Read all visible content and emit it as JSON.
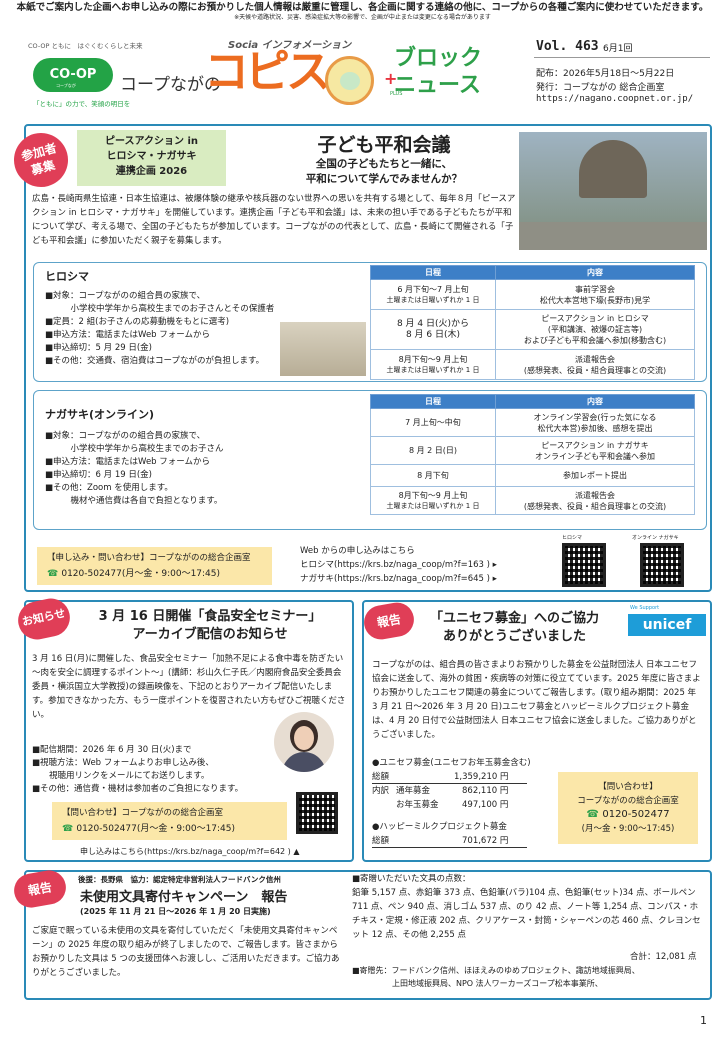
{
  "notice": {
    "line1": "本紙でご案内した企画へお申し込みの際にお預かりした個人情報は厳重に管理し、各企画に関する連絡の他に、コープからの各種ご案内に使わせていただきます。",
    "line2": "※天候や道路状況、災害、感染症拡大等の影響で、企画が中止または変更になる場合があります"
  },
  "header": {
    "coop_tagline": "CO-OP ともに　はぐくむくらしと未来",
    "coop_logo": "CO-OP",
    "coop_logo_sub": "コープなが",
    "coop_name": "コープながの",
    "coop_slogan": "「ともに」の力で、笑顔の明日を",
    "socia": "Socia インフォメーション",
    "title": "コピス",
    "plus": "+",
    "plus_label": "PLUS",
    "block": "ブロック",
    "news": "ニュース",
    "vol": "Vol. 463",
    "issue": "6月1回",
    "distribution": "配布：2026年5月18日～5月22日",
    "publisher": "発行：コープながの 総合企画室",
    "url": "https://nagano.coopnet.or.jp/"
  },
  "peace": {
    "badge_line1": "参加者",
    "badge_line2": "募集",
    "box_line1": "ピースアクション in",
    "box_line2": "ヒロシマ・ナガサキ",
    "box_line3": "連携企画 2026",
    "title": "子ども平和会議",
    "subtitle1": "全国の子どもたちと一緒に、",
    "subtitle2": "平和について学んでみませんか？",
    "intro": "広島・長崎両県生協連・日本生協連は、被爆体験の継承や核兵器のない世界への思いを共有する場として、毎年８月「ピースアクション in ヒロシマ・ナガサキ」を開催しています。連携企画「子ども平和会議」は、未来の担い手である子どもたちが平和について学び、考える場で、全国の子どもたちが参加しています。コープながのの代表として、広島・長崎にて開催される「子ども平和会議」に参加いただく親子を募集します。",
    "hiroshima": {
      "title": "ヒロシマ",
      "items": [
        "■対象：コープながのの組合員の家族で、",
        "　　　小学校中学年から高校生までのお子さんとその保護者",
        "■定員：2 組(お子さんの応募動機をもとに選考)",
        "■申込方法：電話またはWeb フォームから",
        "■申込締切：5 月 29 日(金)",
        "■その他：交通費、宿泊費はコープながのが負担します。"
      ],
      "col_date": "日程",
      "col_content": "内容",
      "rows": [
        {
          "date": "6 月下旬～7 月上旬",
          "date_note": "土曜または日曜いずれか 1 日",
          "content1": "事前学習会",
          "content2": "松代大本営地下壕(長野市)見学"
        },
        {
          "date": "8 月 4 日(火)から",
          "date_note": "8 月 6 日(木)",
          "content1": "ピースアクション in ヒロシマ",
          "content2": "(平和講演、被爆の証言等)",
          "content3": "および子ども平和会議へ参加(移動含む)"
        },
        {
          "date": "8月下旬～9 月上旬",
          "date_note": "土曜または日曜いずれか 1 日",
          "content1": "派遣報告会",
          "content2": "(感想発表、役員・組合員理事との交流)"
        }
      ]
    },
    "nagasaki": {
      "title": "ナガサキ(オンライン)",
      "items": [
        "■対象：コープながのの組合員の家族で、",
        "　　　小学校中学年から高校生までのお子さん",
        "■申込方法：電話またはWeb フォームから",
        "■申込締切：6 月 19 日(金)",
        "■その他：Zoom を使用します。",
        "　　　機材や通信費は各自で負担となります。"
      ],
      "col_date": "日程",
      "col_content": "内容",
      "rows": [
        {
          "date": "7 月上旬～中旬",
          "content1": "オンライン学習会(行った気になる",
          "content2": "松代大本営)参加後、感想を提出"
        },
        {
          "date": "8 月 2 日(日)",
          "content1": "ピースアクション in ナガサキ",
          "content2": "オンライン子ども平和会議へ参加"
        },
        {
          "date": "8 月下旬",
          "content1": "参加レポート提出"
        },
        {
          "date": "8月下旬～9 月上旬",
          "date_note": "土曜または日曜いずれか 1 日",
          "content1": "派遣報告会",
          "content2": "(感想発表、役員・組合員理事との交流)"
        }
      ]
    },
    "contact_title": "【申し込み・問い合わせ】コープながのの総合企画室",
    "contact_phone": "0120-502477(月～金・9:00～17:45)",
    "web_label": "Web からの申し込みはこちら",
    "web_hiroshima": "ヒロシマ(https://krs.bz/naga_coop/m?f=163 ) ▸",
    "web_nagasaki": "ナガサキ(https://krs.bz/naga_coop/m?f=645 ) ▸",
    "qr_hiroshima": "ヒロシマ",
    "qr_nagasaki": "オンライン ナガサキ"
  },
  "seminar": {
    "badge": "お知らせ",
    "title1": "3 月 16 日開催「食品安全セミナー」",
    "title2": "アーカイブ配信のお知らせ",
    "body": "3 月 16 日(月)に開催した、食品安全セミナー「加熱不足による食中毒を防ぎたい ～肉を安全に調理するポイント～」(講師：杉山久仁子氏／内閣府食品安全委員会委員・横浜国立大学教授)の録画映像を、下記のとおりアーカイブ配信いたします。参加できなかった方、もう一度ポイントを復習されたい方もぜひご視聴ください。",
    "items": [
      "■配信期間：2026 年 6 月 30 日(火)まで",
      "■視聴方法：Web フォームよりお申し込み後、",
      "　　視聴用リンクをメールにてお送りします。",
      "■その他：通信費・機材は参加者のご負担になります。"
    ],
    "contact_title": "【問い合わせ】コープながのの総合企画室",
    "contact_phone": "0120-502477(月～金・9:00～17:45)",
    "apply": "申し込みはこちら(https://krs.bz/naga_coop/m?f=642 ) ▲"
  },
  "unicef": {
    "badge": "報告",
    "title1": "「ユニセフ募金」へのご協力",
    "title2": "ありがとうございました",
    "logo_small": "We Support",
    "logo": "unicef",
    "body": "コープながのは、組合員の皆さまよりお預かりした募金を公益財団法人 日本ユニセフ協会に送金して、海外の貧困・疾病等の対策に役立てています。2025 年度に皆さまよりお預かりしたユニセフ関連の募金についてご報告します。(取り組み期間：2025 年 3 月 21 日～2026 年 3 月 20 日)ユニセフ募金とハッピーミルクプロジェクト募金は、4 月 20 日付で公益財団法人 日本ユニセフ協会に送金しました。ご協力ありがとうございました。",
    "fund1_title": "●ユニセフ募金(ユニセフお年玉募金含む)",
    "fund1_total_label": "総額",
    "fund1_total": "1,359,210 円",
    "fund1_breakdown_label": "内訳",
    "fund1_normal_label": "通年募金",
    "fund1_normal": "862,110 円",
    "fund1_newyear_label": "お年玉募金",
    "fund1_newyear": "497,100 円",
    "fund2_title": "●ハッピーミルクプロジェクト募金",
    "fund2_total_label": "総額",
    "fund2_total": "701,672 円",
    "contact_title": "【問い合わせ】",
    "contact_dept": "コープながのの総合企画室",
    "contact_phone": "0120-502477",
    "contact_hours": "(月～金・9:00～17:45)"
  },
  "stationery": {
    "badge": "報告",
    "sponsor": "後援：長野県　協力：認定特定非営利法人フードバンク信州",
    "title": "未使用文具寄付キャンペーン　報告",
    "period": "(2025 年 11 月 21 日～2026 年 1 月 20 日実施)",
    "body": "ご家庭で眠っている未使用の文具を寄付していただく「未使用文具寄付キャンペーン」の 2025 年度の取り組みが終了しましたので、ご報告します。皆さまからお預かりした文具は 5 つの支援団体へお渡しし、ご活用いただきます。ご協力ありがとうございました。",
    "count_title": "■寄贈いただいた文具の点数：",
    "count_body": "鉛筆 5,157 点、赤鉛筆 373 点、色鉛筆(バラ)104 点、色鉛筆(セット)34 点、ボールペン 711 点、ペン 940 点、消しゴム 537 点、のり 42 点、ノート等 1,254 点、コンパス・ホチキス・定規・修正液 202 点、クリアケース・封筒・シャーペンの芯 460 点、クレヨンセット 12 点、その他 2,255 点",
    "total": "合計：12,081 点",
    "dest_title": "■寄贈先：フードバンク信州、ほほえみのゆめプロジェクト、諏訪地域振興局、",
    "dest_body": "上田地域振興局、NPO 法人ワーカーズコープ松本事業所、"
  },
  "page_number": "1"
}
